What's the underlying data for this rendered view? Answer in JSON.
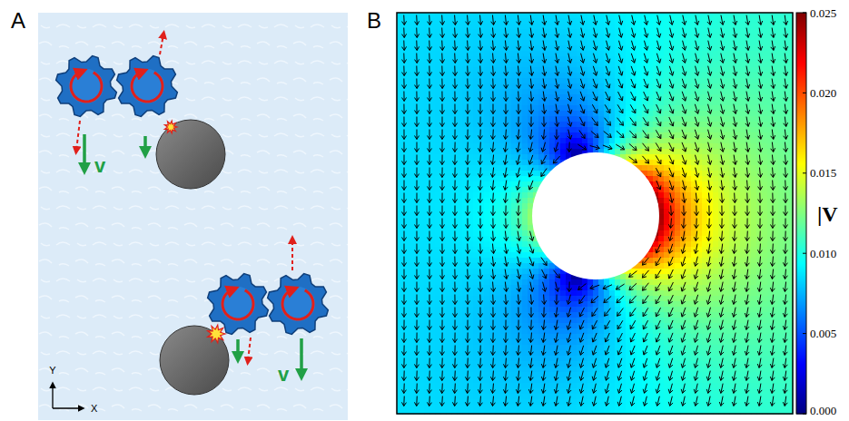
{
  "diagram": {
    "labels": [
      "A",
      "v",
      "v",
      "Y",
      "X",
      "B",
      "0.025",
      "0.020",
      "0.015",
      "0.010",
      "0.005",
      "0.000",
      "|V"
    ]
  }
}
